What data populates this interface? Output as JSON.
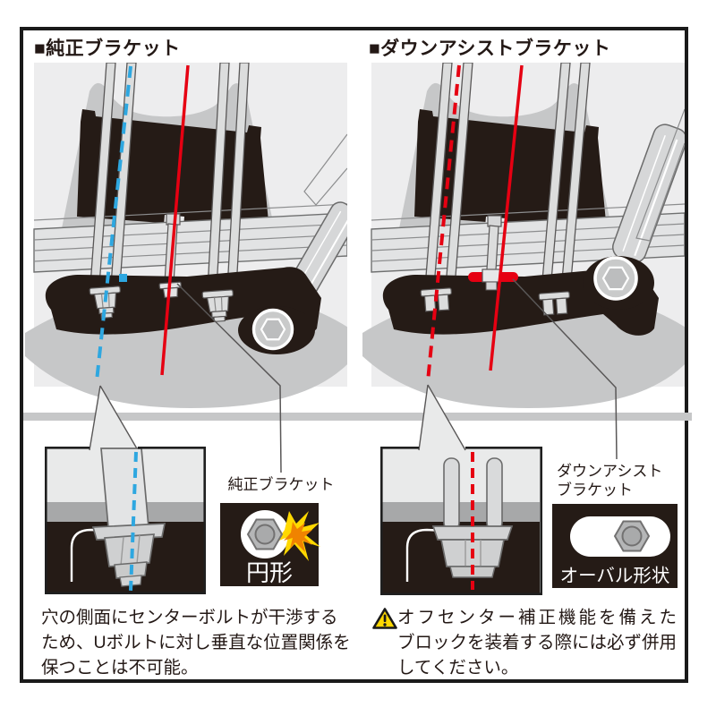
{
  "figure": {
    "type": "suspension-bracket-comparison-diagram"
  },
  "panels": {
    "left": {
      "header": "■純正ブラケット",
      "detail_label": "純正ブラケット",
      "shape_caption": "円形",
      "note_lines": [
        "穴の側面にセンターボルトが干渉する",
        "ため、Uボルトに対し垂直な位置関係を",
        "保つことは不可能。"
      ]
    },
    "right": {
      "header": "■ダウンアシストブラケット",
      "detail_label_lines": [
        "ダウンアシスト",
        "ブラケット"
      ],
      "shape_caption": "オーバル形状",
      "note_lines": [
        "オフセンター補正機能を備えた",
        "ブロックを装着する際には必ず併用",
        "してください。"
      ]
    }
  },
  "colors": {
    "accent_red": "#e60012",
    "accent_blue": "#2ea7e0",
    "warning_yellow": "#ffd800",
    "ink": "#231815",
    "panel_bg": "#ededee",
    "metal_gray": "#c6c7c8",
    "bracket_black": "#251b16"
  },
  "icons": {
    "warning": "warning-triangle-icon",
    "hex_nut": "hex-nut-icon",
    "spark": "interference-spark-icon"
  }
}
